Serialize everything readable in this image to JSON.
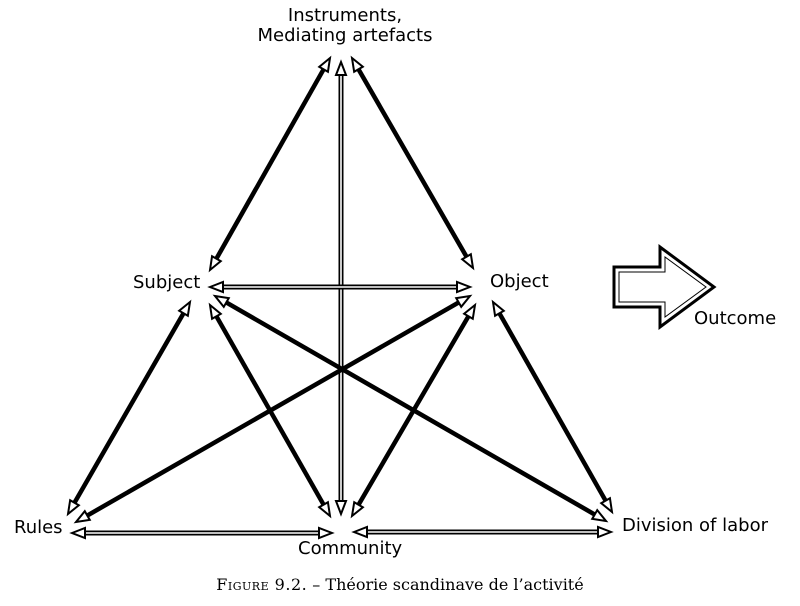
{
  "diagram": {
    "nodes": {
      "instruments": [
        "Instruments,",
        "Mediating artefacts"
      ],
      "subject": "Subject",
      "object": "Object",
      "outcome": "Outcome",
      "rules": "Rules",
      "community": "Community",
      "division": "Division of labor"
    },
    "edges": [
      {
        "from": "instruments",
        "to": "subject",
        "style": "solid",
        "head": "both"
      },
      {
        "from": "instruments",
        "to": "object",
        "style": "solid",
        "head": "both"
      },
      {
        "from": "instruments",
        "to": "community",
        "style": "double",
        "head": "both"
      },
      {
        "from": "subject",
        "to": "object",
        "style": "double",
        "head": "both"
      },
      {
        "from": "subject",
        "to": "rules",
        "style": "solid",
        "head": "both"
      },
      {
        "from": "subject",
        "to": "community",
        "style": "solid",
        "head": "both"
      },
      {
        "from": "subject",
        "to": "division",
        "style": "solid",
        "head": "both"
      },
      {
        "from": "object",
        "to": "rules",
        "style": "solid",
        "head": "both"
      },
      {
        "from": "object",
        "to": "community",
        "style": "solid",
        "head": "both"
      },
      {
        "from": "object",
        "to": "division",
        "style": "solid",
        "head": "both"
      },
      {
        "from": "rules",
        "to": "community",
        "style": "double",
        "head": "both"
      },
      {
        "from": "community",
        "to": "division",
        "style": "double",
        "head": "both"
      }
    ],
    "outcome_arrow": {
      "style": "hollow",
      "direction": "right"
    },
    "line_color": "#000000"
  },
  "caption": {
    "figure": "Figure 9.2.",
    "text": " – Théorie scandinave de l’activité"
  }
}
